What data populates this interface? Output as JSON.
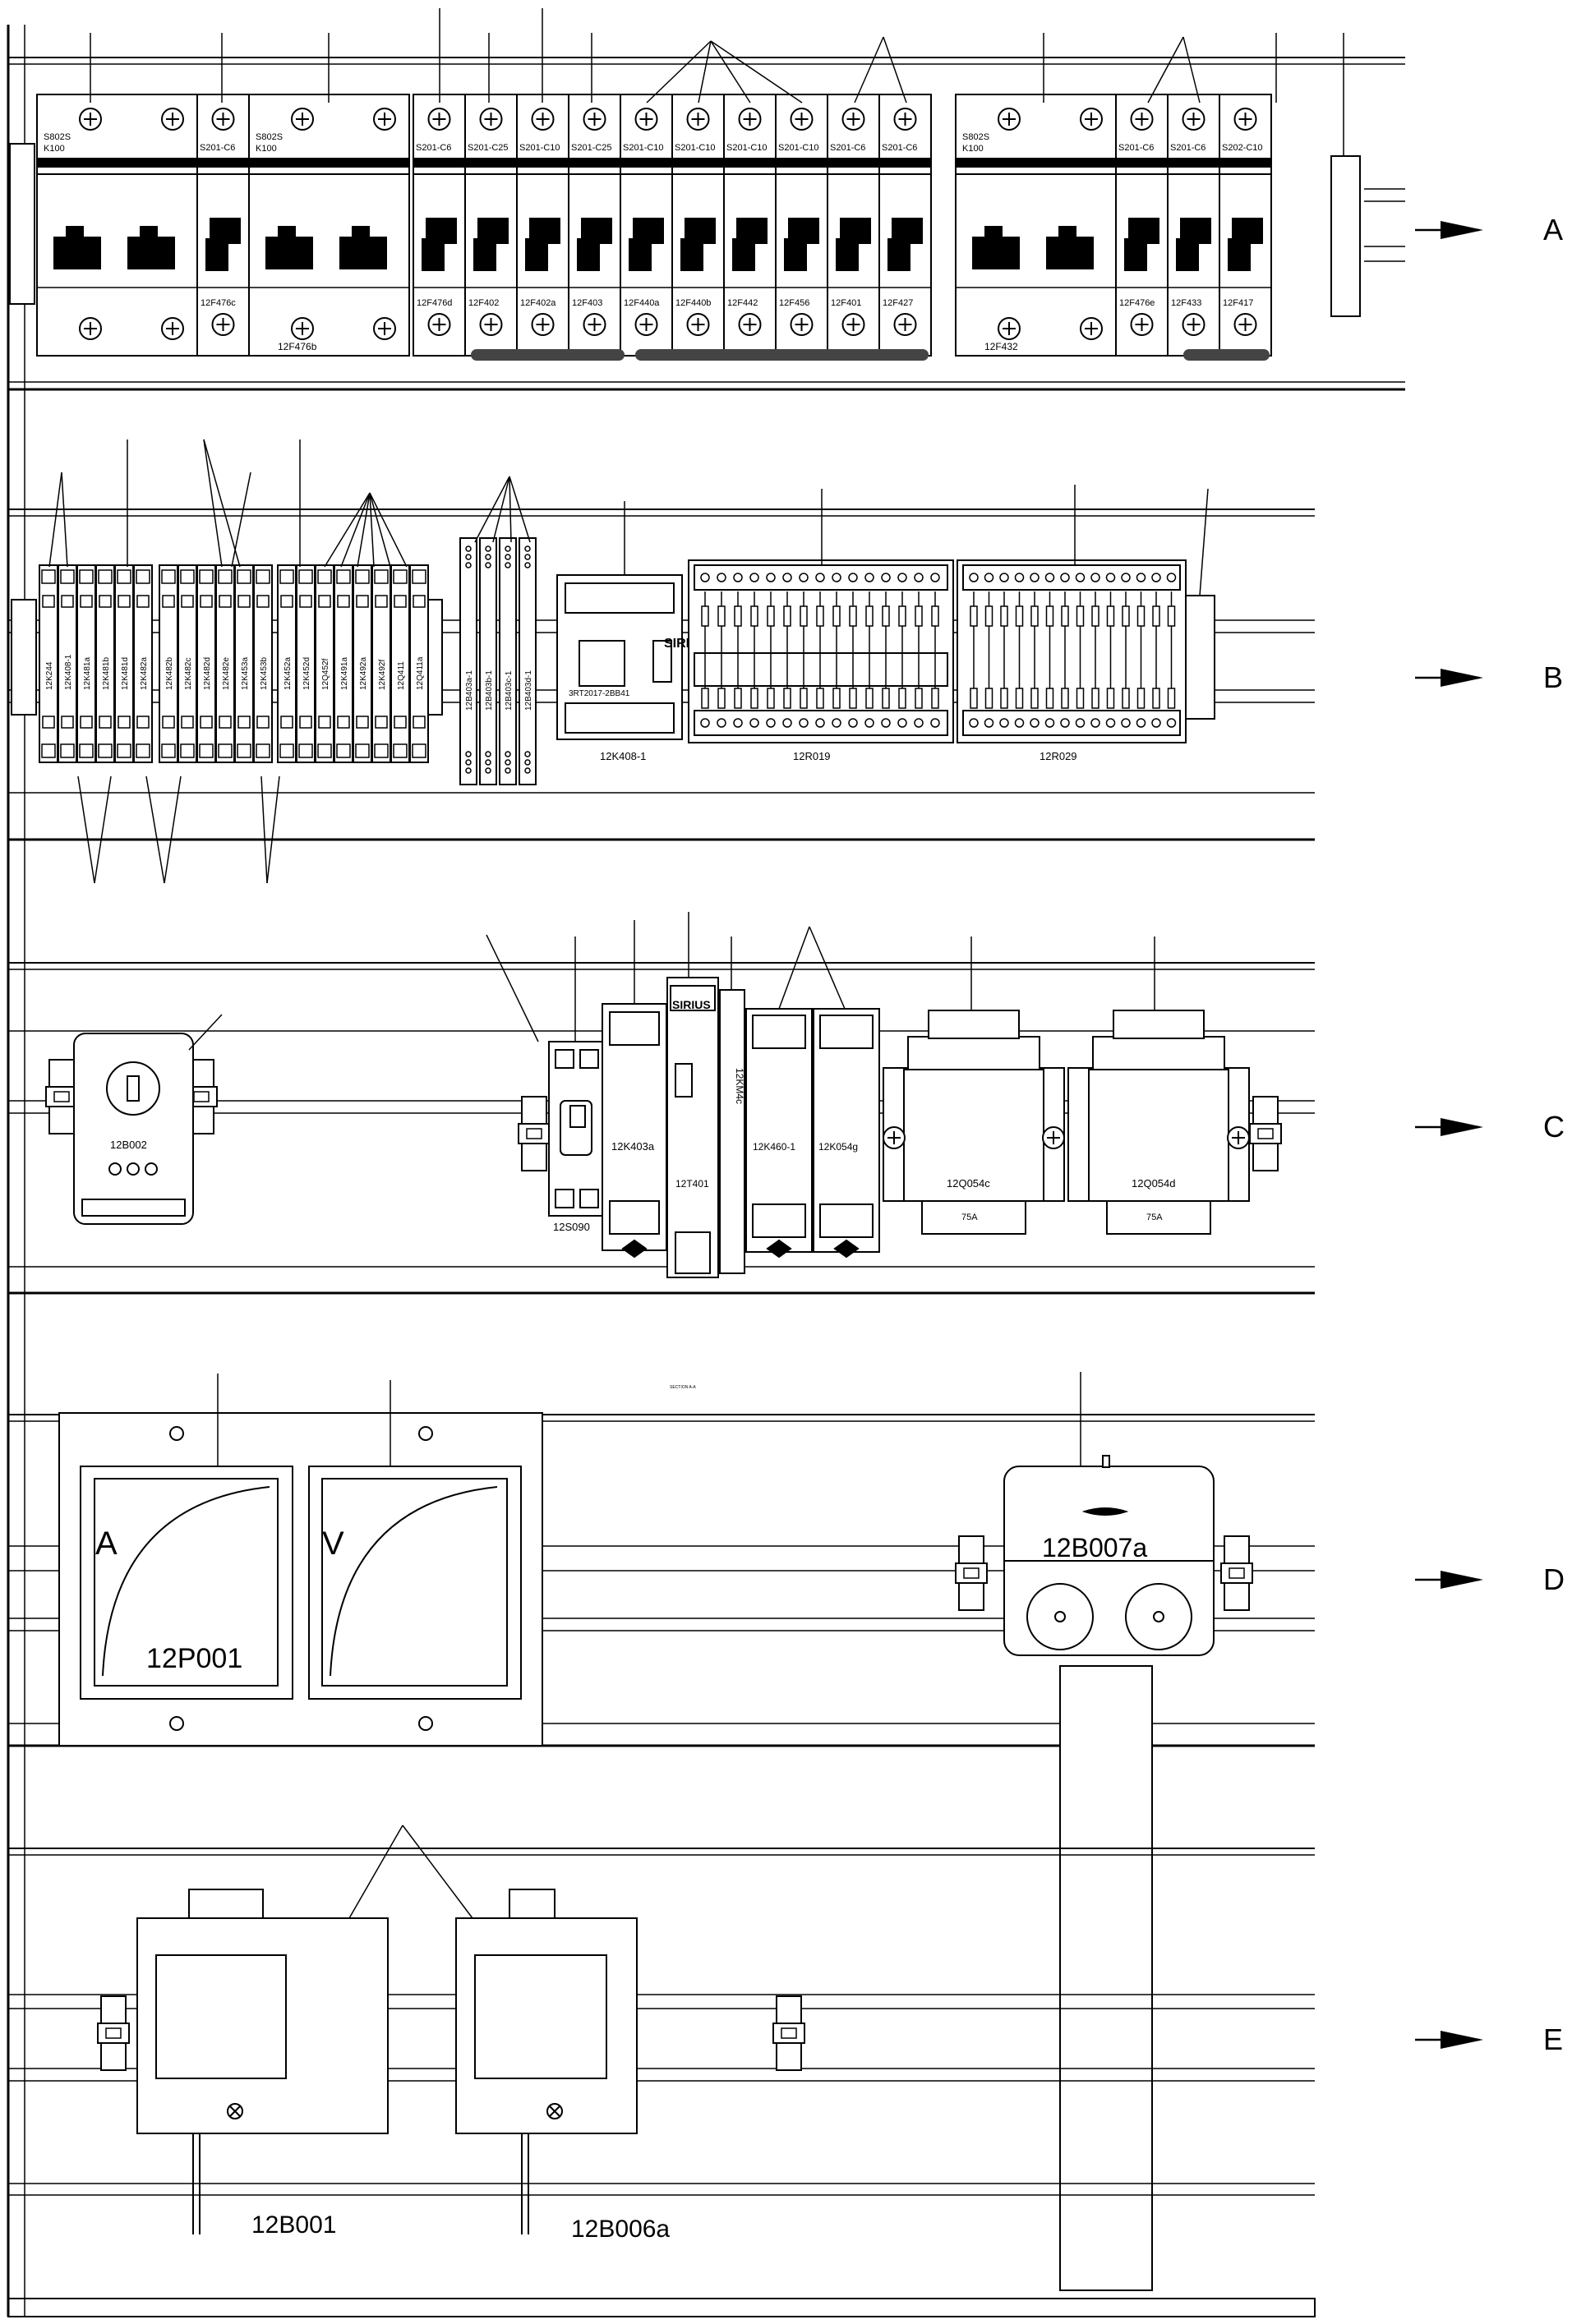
{
  "row_labels": [
    "A",
    "B",
    "C",
    "D",
    "E"
  ],
  "row_a": {
    "devices": [
      {
        "model": "S802S",
        "rating": "K100",
        "tag": ""
      },
      {
        "model": "S201-C6",
        "rating": "",
        "tag": "12F476c"
      },
      {
        "model": "S802S",
        "rating": "K100",
        "tag": "12F476b"
      },
      {
        "model": "S201-C6",
        "rating": "",
        "tag": "12F476d"
      },
      {
        "model": "S201-C25",
        "rating": "",
        "tag": "12F402"
      },
      {
        "model": "S201-C10",
        "rating": "",
        "tag": "12F402a"
      },
      {
        "model": "S201-C25",
        "rating": "",
        "tag": "12F403"
      },
      {
        "model": "S201-C10",
        "rating": "",
        "tag": "12F440a"
      },
      {
        "model": "S201-C10",
        "rating": "",
        "tag": "12F440b"
      },
      {
        "model": "S201-C10",
        "rating": "",
        "tag": "12F442"
      },
      {
        "model": "S201-C10",
        "rating": "",
        "tag": "12F456"
      },
      {
        "model": "S201-C6",
        "rating": "",
        "tag": "12F401"
      },
      {
        "model": "S201-C6",
        "rating": "",
        "tag": "12F427"
      },
      {
        "model": "S802S",
        "rating": "K100",
        "tag": "12F432"
      },
      {
        "model": "S201-C6",
        "rating": "",
        "tag": "12F476e"
      },
      {
        "model": "S201-C6",
        "rating": "",
        "tag": "12F433"
      },
      {
        "model": "S202-C10",
        "rating": "",
        "tag": "12F417"
      }
    ]
  },
  "row_b": {
    "relay_tags": [
      "12K244",
      "12K408-1",
      "12K481a",
      "12K481b",
      "12K481d",
      "12K482a",
      "12K482b",
      "12K482c",
      "12K482d",
      "12K482e",
      "12K453a",
      "12K453b",
      "12K452a",
      "12K452d",
      "12Q452f",
      "12K491a",
      "12K492a",
      "12K492f",
      "12Q411",
      "12Q411a"
    ],
    "diode_tags": [
      "12B403a-1",
      "12B403b-1",
      "12B403c-1",
      "12B403d-1"
    ],
    "sirius_brand": "SIRIUS",
    "sirius_model": "3RT2017-2BB41",
    "sirius_tag": "12K408-1",
    "terminal_tags": [
      "12R019",
      "12R029"
    ]
  },
  "row_c": {
    "thermostat_tag": "12B002",
    "switch_tag": "12S090",
    "contactor_a_tag": "12K403a",
    "sirius_brand": "SIRIUS",
    "transformer_tag": "12T401",
    "side_tag": "12KM4c",
    "contactor_b_tag": "12K460-1",
    "contactor_c_tag": "12K054g",
    "power_a_tag": "12Q054c",
    "power_b_tag": "12Q054d",
    "power_rating": "75A"
  },
  "row_d": {
    "meter_a_symbol": "A",
    "meter_v_symbol": "V",
    "meter_tag": "12P001",
    "fan_tag": "12B007a",
    "small_note": "SECTION A-A"
  },
  "row_e": {
    "box_a_tag": "12B001",
    "box_b_tag": "12B006a"
  }
}
